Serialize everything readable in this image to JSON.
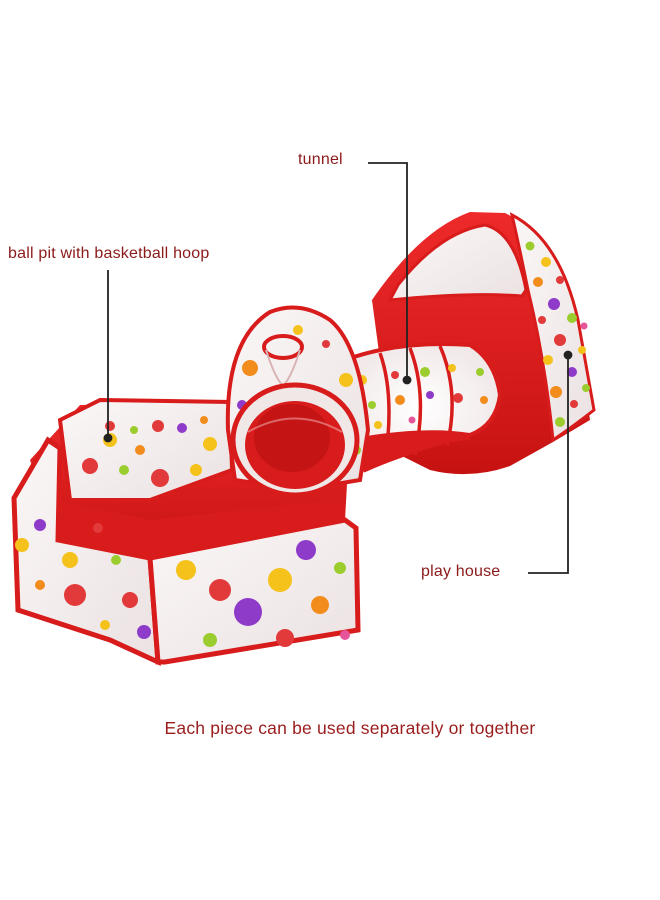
{
  "labels": {
    "tunnel": "tunnel",
    "ball_pit": "ball pit with basketball hoop",
    "play_house": "play house",
    "caption": "Each piece can be used separately or together"
  },
  "colors": {
    "tent_red": "#e21a1a",
    "tent_dark_red": "#c10f0f",
    "mesh_white": "#f7f3f3",
    "label_text": "#8b1a1a",
    "leader_line": "#222222",
    "dot_colors": [
      "#e23a3a",
      "#f4c21b",
      "#8e3bc9",
      "#9ccd2e",
      "#f28c1c",
      "#e6559a"
    ]
  }
}
